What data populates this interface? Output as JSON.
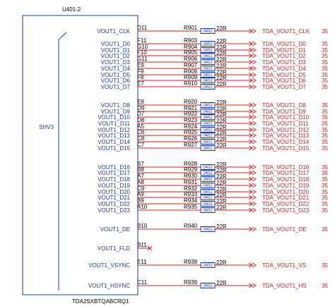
{
  "chip": {
    "ref": "U401-2",
    "part": "TDA2SXBTQABCRQ1",
    "bus_name": "SHV3"
  },
  "rows": [
    {
      "signal": "VOUT1_CLK",
      "pin": "D11",
      "res": "R901",
      "pkg": "0402",
      "val": "22R",
      "net": "TDA_VOUT1_CLK",
      "page": "35"
    },
    {
      "signal": "VOUT1_D0",
      "pin": "F11",
      "res": "R903",
      "pkg": "0402",
      "val": "22R",
      "net": "TDA_VOUT1_D0",
      "page": "35"
    },
    {
      "signal": "VOUT1_D1",
      "pin": "G10",
      "res": "R904",
      "pkg": "0402",
      "val": "22R",
      "net": "TDA_VOUT1_D1",
      "page": "35"
    },
    {
      "signal": "VOUT1_D2",
      "pin": "F10",
      "res": "R905",
      "pkg": "0402",
      "val": "22R",
      "net": "TDA_VOUT1_D2",
      "page": "35"
    },
    {
      "signal": "VOUT1_D3",
      "pin": "G11",
      "res": "R906",
      "pkg": "0402",
      "val": "22R",
      "net": "TDA_VOUT1_D3",
      "page": "35"
    },
    {
      "signal": "VOUT1_D4",
      "pin": "E9",
      "res": "R907",
      "pkg": "0402",
      "val": "22R",
      "net": "TDA_VOUT1_D4",
      "page": "35"
    },
    {
      "signal": "VOUT1_D5",
      "pin": "F9",
      "res": "R908",
      "pkg": "0402",
      "val": "22R",
      "net": "TDA_VOUT1_D5",
      "page": "35"
    },
    {
      "signal": "VOUT1_D6",
      "pin": "F8",
      "res": "R909",
      "pkg": "0402",
      "val": "22R",
      "net": "TDA_VOUT1_D6",
      "page": "35"
    },
    {
      "signal": "VOUT1_D7",
      "pin": "E7",
      "res": "R910",
      "pkg": "0402",
      "val": "22R",
      "net": "TDA_VOUT1_D7",
      "page": "35"
    },
    {
      "signal": "VOUT1_D8",
      "pin": "E8",
      "res": "R920",
      "pkg": "0402",
      "val": "22R",
      "net": "TDA_VOUT1_D8",
      "page": "35"
    },
    {
      "signal": "VOUT1_D9",
      "pin": "D9",
      "res": "R921",
      "pkg": "0402",
      "val": "22R",
      "net": "TDA_VOUT1_D9",
      "page": "35"
    },
    {
      "signal": "VOUT1_D10",
      "pin": "D7",
      "res": "R922",
      "pkg": "0402",
      "val": "22R",
      "net": "TDA_VOUT1_D10",
      "page": "35"
    },
    {
      "signal": "VOUT1_D11",
      "pin": "D8",
      "res": "R923",
      "pkg": "0402",
      "val": "22R",
      "net": "TDA_VOUT1_D11",
      "page": "35"
    },
    {
      "signal": "VOUT1_D12",
      "pin": "A5",
      "res": "R924",
      "pkg": "0402",
      "val": "22R",
      "net": "TDA_VOUT1_D12",
      "page": "35"
    },
    {
      "signal": "VOUT1_D13",
      "pin": "C6",
      "res": "R925",
      "pkg": "0402",
      "val": "22R",
      "net": "TDA_VOUT1_D13",
      "page": "35"
    },
    {
      "signal": "VOUT1_D14",
      "pin": "C8",
      "res": "R926",
      "pkg": "0402",
      "val": "22R",
      "net": "TDA_VOUT1_D14",
      "page": "35"
    },
    {
      "signal": "VOUT1_D15",
      "pin": "C7",
      "res": "R927",
      "pkg": "0402",
      "val": "22R",
      "net": "TDA_VOUT1_D15",
      "page": "35"
    },
    {
      "signal": "VOUT1_D16",
      "pin": "B7",
      "res": "R928",
      "pkg": "0402",
      "val": "22R",
      "net": "TDA_VOUT1_D16",
      "page": "35"
    },
    {
      "signal": "VOUT1_D17",
      "pin": "B8",
      "res": "R929",
      "pkg": "0402",
      "val": "22R",
      "net": "TDA_VOUT1_D17",
      "page": "35"
    },
    {
      "signal": "VOUT1_D18",
      "pin": "A7",
      "res": "R930",
      "pkg": "0402",
      "val": "22R",
      "net": "TDA_VOUT1_D18",
      "page": "35"
    },
    {
      "signal": "VOUT1_D19",
      "pin": "A8",
      "res": "R931",
      "pkg": "0402",
      "val": "22R",
      "net": "TDA_VOUT1_D19",
      "page": "35"
    },
    {
      "signal": "VOUT1_D20",
      "pin": "C9",
      "res": "R932",
      "pkg": "0402",
      "val": "22R",
      "net": "TDA_VOUT1_D20",
      "page": "35"
    },
    {
      "signal": "VOUT1_D21",
      "pin": "A9",
      "res": "R933",
      "pkg": "0402",
      "val": "22R",
      "net": "TDA_VOUT1_D21",
      "page": "35"
    },
    {
      "signal": "VOUT1_D22",
      "pin": "B9",
      "res": "R934",
      "pkg": "0402",
      "val": "22R",
      "net": "TDA_VOUT1_D22",
      "page": "35"
    },
    {
      "signal": "VOUT1_D23",
      "pin": "A10",
      "res": "R935",
      "pkg": "0402",
      "val": "22R",
      "net": "TDA_VOUT1_D23",
      "page": "35"
    },
    {
      "signal": "VOUT1_DE",
      "pin": "B10",
      "res": "R940",
      "pkg": "0402",
      "val": "22R",
      "net": "TDA_VOUT1_DE",
      "page": "35"
    },
    {
      "signal": "VOUT1_FLD",
      "pin": "B11",
      "res": "",
      "pkg": "",
      "val": "",
      "net": "",
      "page": ""
    },
    {
      "signal": "VOUT1_VSYNC",
      "pin": "E11",
      "res": "R938",
      "pkg": "0402",
      "val": "22R",
      "net": "TDA_VOUT1_VS",
      "page": "35"
    },
    {
      "signal": "VOUT1_HSYNC",
      "pin": "C11",
      "res": "R939",
      "pkg": "0402",
      "val": "22R",
      "net": "TDA_VOUT1_HS",
      "page": "35"
    }
  ],
  "colors": {
    "component": "#1a3aa8",
    "wire": "#d11b1b",
    "text": "#000000"
  }
}
